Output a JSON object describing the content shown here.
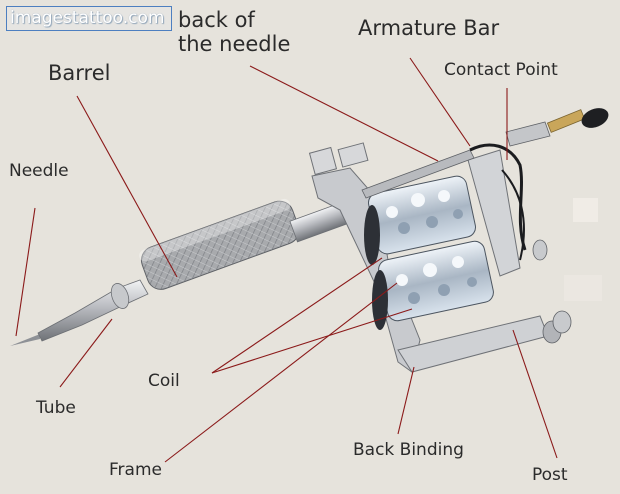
{
  "watermark": "imagestattoo.com",
  "labels": {
    "needle": "Needle",
    "barrel": "Barrel",
    "back_of_needle_1": "back of",
    "back_of_needle_2": "the needle",
    "armature_bar": "Armature Bar",
    "contact_point": "Contact Point",
    "coil": "Coil",
    "tube": "Tube",
    "frame": "Frame",
    "back_binding": "Back Binding",
    "post": "Post"
  },
  "colors": {
    "background": "#e6e3dc",
    "leader_line": "#8b1a1a",
    "metal": "#b7b9bd",
    "label_text": "#2b2b2b"
  }
}
